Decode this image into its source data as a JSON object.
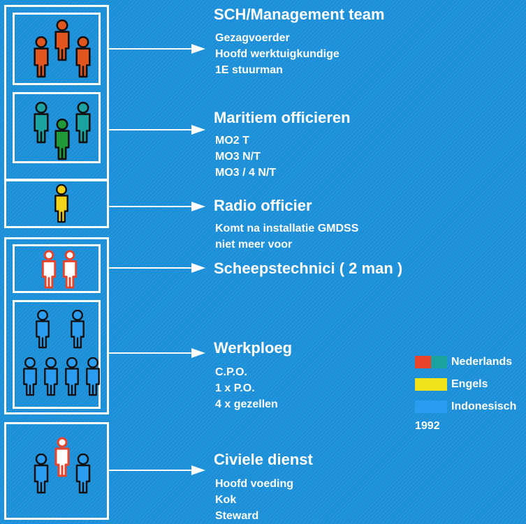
{
  "groups": [
    {
      "title": "SCH/Management team",
      "lines": [
        "Gezagvoerder",
        "Hoofd werktuigkundige",
        "1E stuurman"
      ]
    },
    {
      "title": "Maritiem officieren",
      "lines": [
        "MO2 T",
        "MO3 N/T",
        "MO3 / 4 N/T"
      ]
    },
    {
      "title": "Radio officier",
      "lines": [
        "Komt na installatie GMDSS",
        "niet meer voor"
      ]
    },
    {
      "title": "Scheepstechnici ( 2 man )",
      "lines": []
    },
    {
      "title": "Werkploeg",
      "lines": [
        "C.P.O.",
        "1 x P.O.",
        "4 x gezellen"
      ]
    },
    {
      "title": "Civiele dienst",
      "lines": [
        "Hoofd voeding",
        "Kok",
        "Steward"
      ]
    }
  ],
  "legend": {
    "items": [
      {
        "label": "Nederlands",
        "colors": [
          "#e8442c",
          "#1aa3a0"
        ]
      },
      {
        "label": "Engels",
        "colors": [
          "#f2e21a"
        ]
      },
      {
        "label": "Indonesisch",
        "colors": [
          "#2a9df0"
        ]
      }
    ],
    "year": "1992"
  },
  "colors": {
    "background": "#1c8fd9",
    "orange": "#e0561e",
    "teal": "#1aa3a0",
    "green": "#1f9a3a",
    "yellow": "#f2d21a",
    "red_outline": "#e8442c",
    "blue": "#2a9df0"
  }
}
